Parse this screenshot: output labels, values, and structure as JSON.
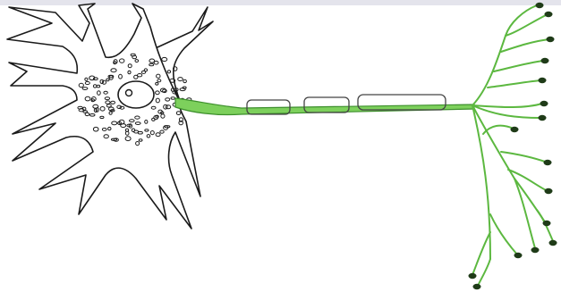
{
  "diagram": {
    "subject": "neuron",
    "colors": {
      "background": "#ffffff",
      "top_strip": "#e4e4ec",
      "outline": "#1a1a1a",
      "axon": "#6cc450",
      "axon_dark": "#3d8f2c",
      "terminal": "#1f3b18"
    },
    "parts": [
      "cell-body",
      "nucleus",
      "dendrites",
      "axon",
      "myelin-sheath",
      "axon-terminals"
    ]
  }
}
